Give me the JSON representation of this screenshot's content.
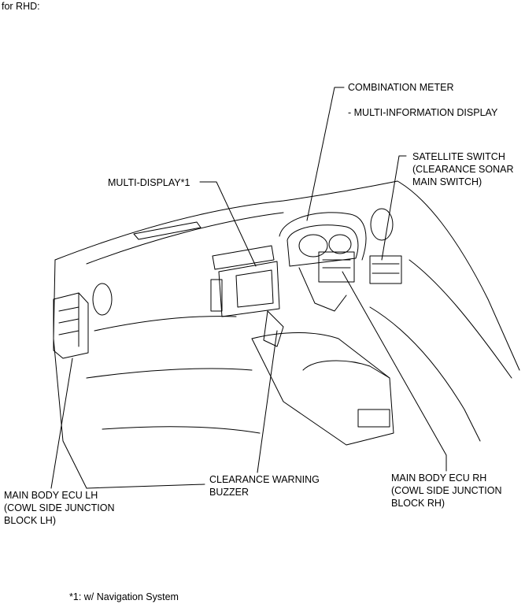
{
  "header": {
    "text": "for RHD:"
  },
  "labels": {
    "combination_meter": "COMBINATION METER",
    "multi_info_display": "- MULTI-INFORMATION DISPLAY",
    "satellite_switch": [
      "SATELLITE SWITCH",
      "(CLEARANCE SONAR",
      "MAIN SWITCH)"
    ],
    "multi_display": "MULTI-DISPLAY*1",
    "clearance_buzzer": [
      "CLEARANCE WARNING",
      "BUZZER"
    ],
    "main_body_ecu_lh": [
      "MAIN BODY ECU LH",
      "(COWL SIDE JUNCTION",
      "BLOCK LH)"
    ],
    "main_body_ecu_rh": [
      "MAIN BODY ECU RH",
      "(COWL SIDE JUNCTION",
      "BLOCK RH)"
    ]
  },
  "footnote": "*1: w/ Navigation System"
}
